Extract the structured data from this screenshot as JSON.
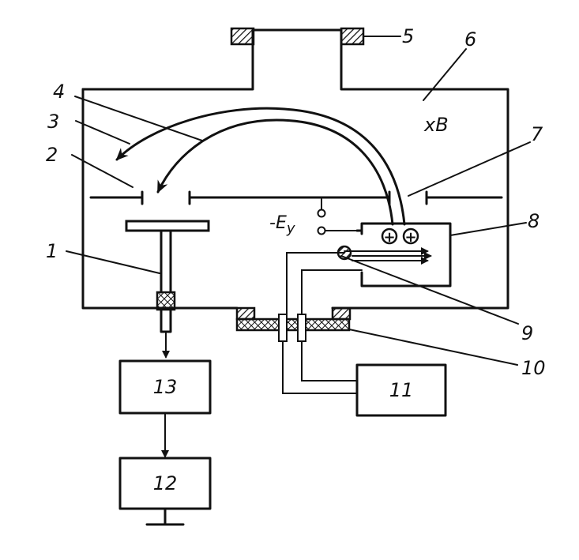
{
  "labels": {
    "1": "1",
    "2": "2",
    "3": "3",
    "4": "4",
    "5": "5",
    "6": "6",
    "7": "7",
    "8": "8",
    "9": "9",
    "10": "10",
    "11": "11",
    "12": "12",
    "13": "13"
  },
  "field_label": "xB",
  "voltage_label": "-E",
  "voltage_subscript": "y",
  "ion_symbol": "+"
}
